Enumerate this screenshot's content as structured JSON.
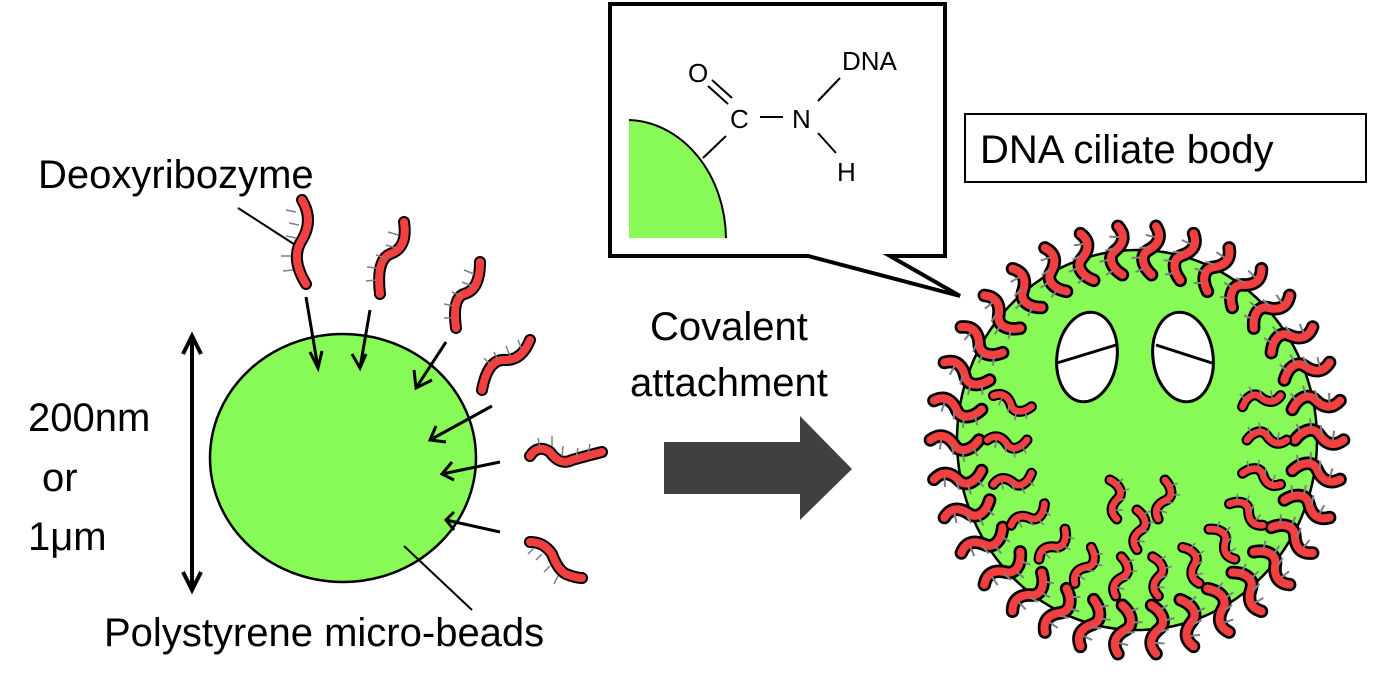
{
  "labels": {
    "deoxyribozyme": "Deoxyribozyme",
    "size_line1": "200nm",
    "size_line2": "or",
    "size_line3": "1μm",
    "beads": "Polystyrene micro-beads",
    "process_line1": "Covalent",
    "process_line2": "attachment",
    "result": "DNA ciliate body"
  },
  "chemistry": {
    "oxygen": "O",
    "carbon": "C",
    "nitrogen": "N",
    "hydrogen": "H",
    "dna": "DNA"
  },
  "colors": {
    "bead": "#88fa58",
    "strand": "#f24040",
    "arrow": "#404040",
    "outline": "#000000",
    "bristle": "#808080"
  }
}
